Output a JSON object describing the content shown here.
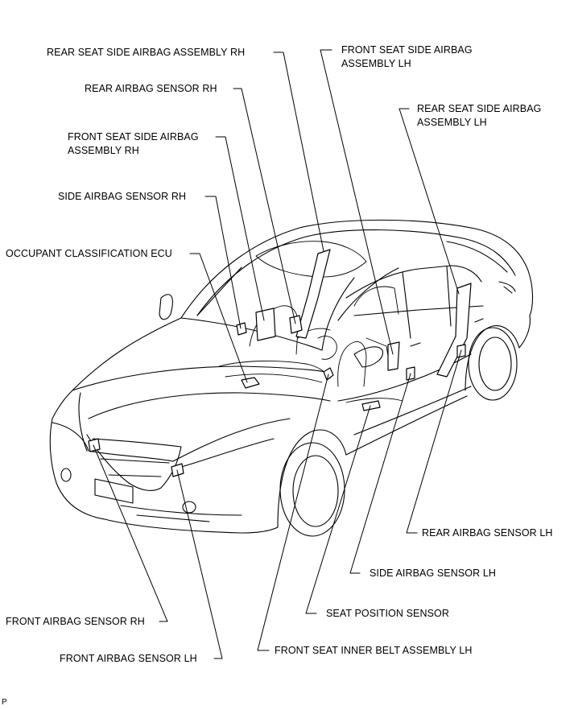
{
  "labels": {
    "rear_seat_side_airbag_rh": "REAR SEAT SIDE AIRBAG ASSEMBLY RH",
    "rear_airbag_sensor_rh": "REAR AIRBAG SENSOR RH",
    "front_seat_side_airbag_rh_1": "FRONT SEAT SIDE AIRBAG",
    "front_seat_side_airbag_rh_2": "ASSEMBLY RH",
    "side_airbag_sensor_rh": "SIDE AIRBAG SENSOR RH",
    "occupant_classification_ecu": "OCCUPANT CLASSIFICATION ECU",
    "front_seat_side_airbag_lh_1": "FRONT SEAT SIDE AIRBAG",
    "front_seat_side_airbag_lh_2": "ASSEMBLY LH",
    "rear_seat_side_airbag_lh_1": "REAR SEAT SIDE AIRBAG",
    "rear_seat_side_airbag_lh_2": "ASSEMBLY LH",
    "rear_airbag_sensor_lh": "REAR AIRBAG SENSOR LH",
    "side_airbag_sensor_lh": "SIDE AIRBAG SENSOR LH",
    "seat_position_sensor": "SEAT POSITION SENSOR",
    "front_airbag_sensor_rh": "FRONT AIRBAG SENSOR RH",
    "front_seat_inner_belt_lh": "FRONT SEAT INNER BELT ASSEMBLY LH",
    "front_airbag_sensor_lh": "FRONT AIRBAG SENSOR LH"
  },
  "footer_mark": "P"
}
